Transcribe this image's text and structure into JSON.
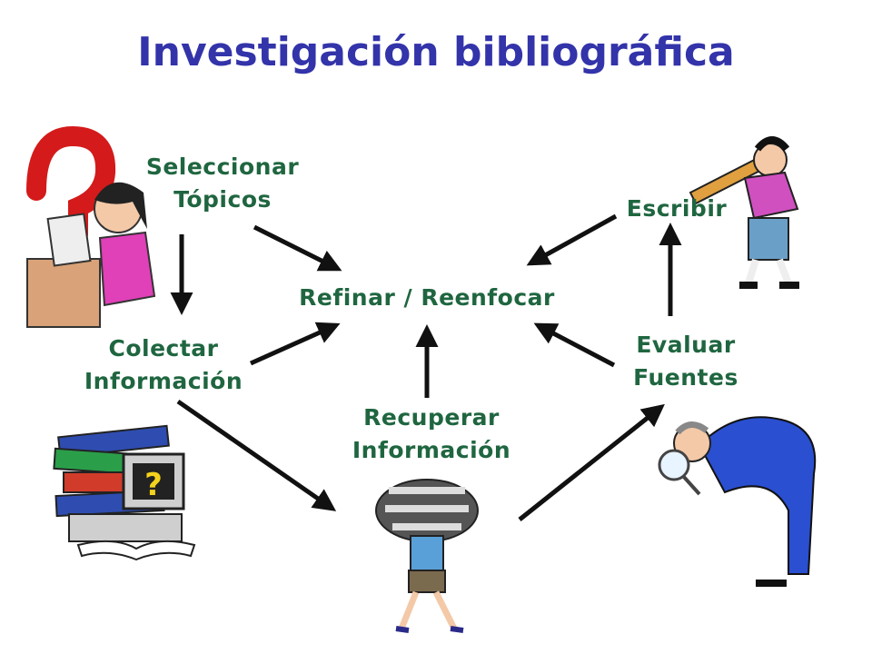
{
  "title": "Investigación bibliográfica",
  "colors": {
    "title": "#3333aa",
    "labels": "#1f6640",
    "arrows": "#111111"
  },
  "nodes": {
    "seleccionar": {
      "line1": "Seleccionar",
      "line2": "Tópicos"
    },
    "colectar": {
      "line1": "Colectar",
      "line2": "Información"
    },
    "refinar": {
      "line1": "Refinar / Reenfocar"
    },
    "recuperar": {
      "line1": "Recuperar",
      "line2": "Información"
    },
    "evaluar": {
      "line1": "Evaluar",
      "line2": "Fuentes"
    },
    "escribir": {
      "line1": "Escribir"
    }
  },
  "icons": [
    "question-mark-girl-icon",
    "computer-books-icon",
    "person-carrying-books-icon",
    "man-with-magnifier-icon",
    "man-with-pencil-icon"
  ]
}
